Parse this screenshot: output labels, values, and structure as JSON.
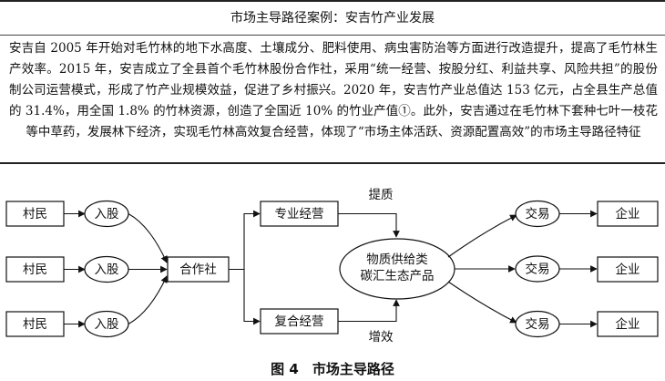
{
  "case_box": {
    "title": "市场主导路径案例：安吉竹产业发展",
    "body": "安吉自 2005 年开始对毛竹林的地下水高度、土壤成分、肥料使用、病虫害防治等方面进行改造提升，提高了毛竹林生产效率。2015 年，安吉成立了全县首个毛竹林股份合作社，采用“统一经营、按股分红、利益共享、风险共担”的股份制公司运营模式，形成了竹产业规模效益，促进了乡村振兴。2020 年，安吉竹产业总值达 153 亿元，占全县生产总值的 31.4%，用全国 1.8% 的竹林资源，创造了全国近 10% 的竹业产值①。此外，安吉通过在毛竹林下套种七叶一枝花等中草药，发展林下经济，实现毛竹林高效复合经营，体现了“市场主体活跃、资源配置高效”的市场主导路径特征"
  },
  "diagram": {
    "villager_label": "村民",
    "join_share_label": "入股",
    "cooperative_label": "合作社",
    "specialized_label": "专业经营",
    "compound_label": "复合经营",
    "quality_label": "提质",
    "efficiency_label": "增效",
    "product_line1": "物质供给类",
    "product_line2": "碳汇生态产品",
    "trade_label": "交易",
    "enterprise_label": "企业"
  },
  "figure": {
    "caption": "图 4　市场主导路径"
  }
}
